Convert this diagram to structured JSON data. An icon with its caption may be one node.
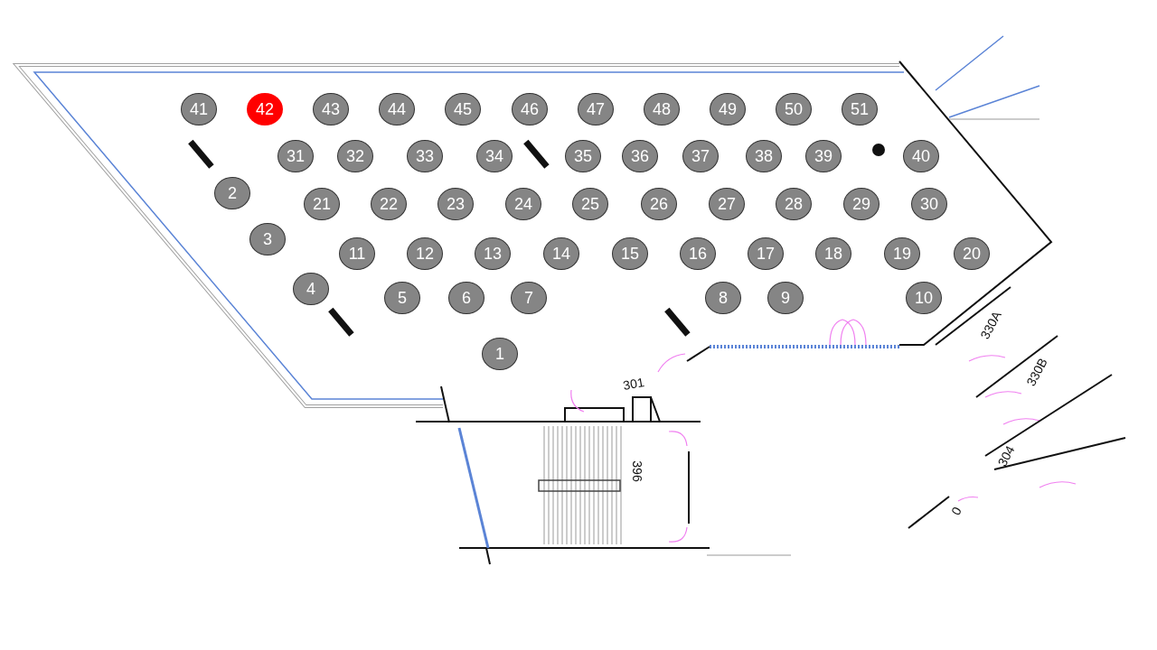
{
  "diagram": {
    "nodes": [
      {
        "text": [
          "1"
        ]
      },
      {
        "text": [
          "2"
        ]
      },
      {
        "text": [
          "3"
        ]
      },
      {
        "text": [
          "4"
        ]
      },
      {
        "text": [
          "5"
        ]
      },
      {
        "text": [
          "6"
        ]
      },
      {
        "text": [
          "7"
        ]
      },
      {
        "text": [
          "8"
        ]
      },
      {
        "text": [
          "9"
        ]
      },
      {
        "text": [
          "10"
        ]
      },
      {
        "text": [
          "11"
        ]
      },
      {
        "text": [
          "12"
        ]
      },
      {
        "text": [
          "13"
        ]
      },
      {
        "text": [
          "14"
        ]
      },
      {
        "text": [
          "15"
        ]
      },
      {
        "text": [
          "16"
        ]
      },
      {
        "text": [
          "17"
        ]
      },
      {
        "text": [
          "18"
        ]
      },
      {
        "text": [
          "19"
        ]
      },
      {
        "text": [
          "20"
        ]
      },
      {
        "text": [
          "21"
        ]
      },
      {
        "text": [
          "22"
        ]
      },
      {
        "text": [
          "23"
        ]
      },
      {
        "text": [
          "24"
        ]
      },
      {
        "text": [
          "25"
        ]
      },
      {
        "text": [
          "26"
        ]
      },
      {
        "text": [
          "27"
        ]
      },
      {
        "text": [
          "28"
        ]
      },
      {
        "text": [
          "29"
        ]
      },
      {
        "text": [
          "30"
        ]
      },
      {
        "text": [
          "31"
        ]
      },
      {
        "text": [
          "32"
        ]
      },
      {
        "text": [
          "33"
        ]
      },
      {
        "text": [
          "34"
        ]
      },
      {
        "text": [
          "35"
        ]
      },
      {
        "text": [
          "36"
        ]
      },
      {
        "text": [
          "37"
        ]
      },
      {
        "text": [
          "38"
        ]
      },
      {
        "text": [
          "39"
        ]
      },
      {
        "text": [
          "40"
        ]
      },
      {
        "text": [
          "41"
        ]
      },
      {
        "text": [
          "42"
        ]
      },
      {
        "text": [
          "43"
        ]
      },
      {
        "text": [
          "44"
        ]
      },
      {
        "text": [
          "45"
        ]
      },
      {
        "text": [
          "46"
        ]
      },
      {
        "text": [
          "47"
        ]
      },
      {
        "text": [
          "48"
        ]
      },
      {
        "text": [
          "49"
        ]
      },
      {
        "text": [
          "50"
        ]
      },
      {
        "text": [
          "51"
        ]
      }
    ],
    "labels": [
      "301",
      "330A",
      "330B",
      "396",
      "304",
      "0"
    ]
  }
}
